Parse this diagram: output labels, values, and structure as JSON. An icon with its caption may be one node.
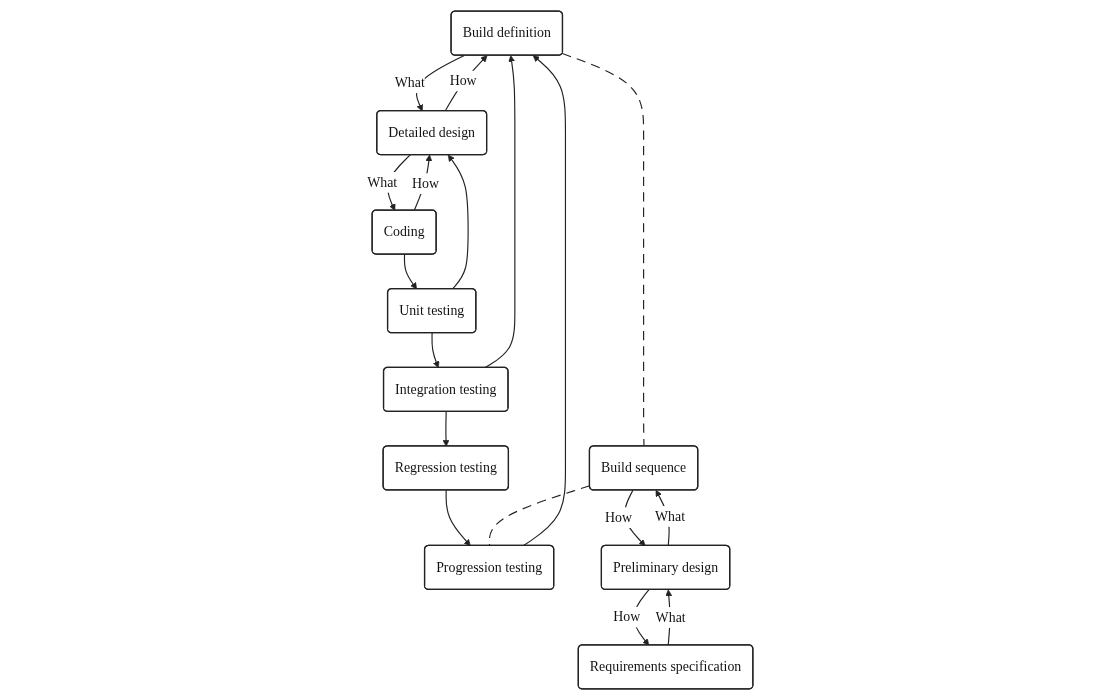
{
  "diagram": {
    "nodes": [
      {
        "text": [
          "Build definition"
        ]
      },
      {
        "text": [
          "Detailed design"
        ]
      },
      {
        "text": [
          "Coding"
        ]
      },
      {
        "text": [
          "Unit testing"
        ]
      },
      {
        "text": [
          "Integration testing"
        ]
      },
      {
        "text": [
          "Regression testing"
        ]
      },
      {
        "text": [
          "Progression testing"
        ]
      },
      {
        "text": [
          "Requirements specification"
        ]
      },
      {
        "text": [
          "Preliminary design"
        ]
      },
      {
        "text": [
          "Build sequence"
        ]
      }
    ],
    "edges": [
      {
        "from": 0,
        "to": 1,
        "label": "What",
        "arrow": "to"
      },
      {
        "from": 1,
        "to": 0,
        "label": "How",
        "arrow": "to"
      },
      {
        "from": 1,
        "to": 2,
        "label": "What",
        "arrow": "to"
      },
      {
        "from": 2,
        "to": 1,
        "label": "How",
        "arrow": "to"
      },
      {
        "from": 2,
        "to": 3,
        "arrow": "to"
      },
      {
        "from": 3,
        "to": 4,
        "arrow": "to"
      },
      {
        "from": 4,
        "to": 5,
        "arrow": "to"
      },
      {
        "from": 5,
        "to": 6,
        "arrow": "to"
      },
      {
        "from": 3,
        "to": 1,
        "arrow": "to"
      },
      {
        "from": 4,
        "to": 0,
        "arrow": "to"
      },
      {
        "from": 6,
        "to": 0,
        "arrow": "to"
      },
      {
        "from": 7,
        "to": 8,
        "label": "What",
        "arrow": "to"
      },
      {
        "from": 8,
        "to": 7,
        "label": "How",
        "arrow": "to"
      },
      {
        "from": 8,
        "to": 9,
        "label": "What",
        "arrow": "to"
      },
      {
        "from": 9,
        "to": 8,
        "label": "How",
        "arrow": "to"
      },
      {
        "from": 0,
        "to": 9,
        "arrow": "none",
        "style": "dashed"
      },
      {
        "from": 9,
        "to": 6,
        "arrow": "none",
        "style": "dashed"
      }
    ]
  }
}
